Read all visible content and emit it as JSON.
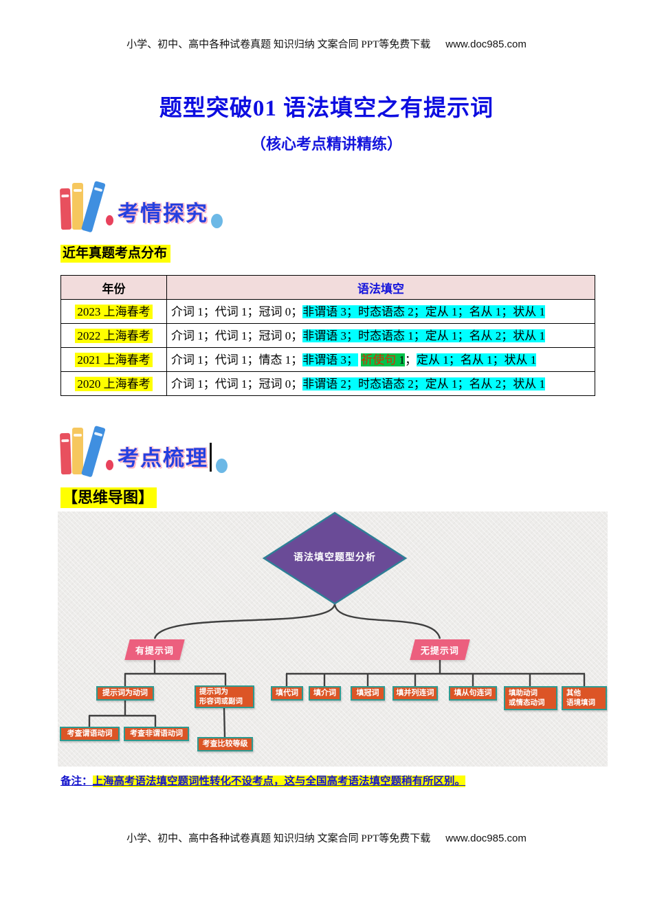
{
  "header": {
    "text": "小学、初中、高中各种试卷真题 知识归纳 文案合同 PPT等免费下载",
    "url": "www.doc985.com"
  },
  "footer": {
    "text": "小学、初中、高中各种试卷真题 知识归纳 文案合同 PPT等免费下载",
    "url": "www.doc985.com"
  },
  "title": "题型突破01 语法填空之有提示词",
  "subtitle": "（核心考点精讲精练）",
  "section1": {
    "logo_text": "考情探究",
    "heading": "近年真题考点分布"
  },
  "section2": {
    "logo_text": "考点梳理",
    "heading": "【思维导图】"
  },
  "table": {
    "header": {
      "year": "年份",
      "grammar": "语法填空"
    },
    "rows": [
      {
        "year": "2023 上海春考",
        "segments": [
          {
            "t": "介词 1；代词 1；冠词 0；",
            "h": "none"
          },
          {
            "t": "非谓语 3；时态语态 2；定从 1；名从 1；状从 1",
            "h": "cyan"
          }
        ]
      },
      {
        "year": "2022 上海春考",
        "segments": [
          {
            "t": "介词 1；代词 1；冠词 0；",
            "h": "none"
          },
          {
            "t": "非谓语 3；时态语态 1；定从 1；名从 2；状从 1",
            "h": "cyan"
          }
        ]
      },
      {
        "year": "2021 上海春考",
        "segments": [
          {
            "t": "介词 1；代词 1；情态 1；",
            "h": "none"
          },
          {
            "t": "非谓语 3；",
            "h": "cyan"
          },
          {
            "t": " ",
            "h": "none"
          },
          {
            "t": "祈使句",
            "h": "green",
            "c": "#e02800"
          },
          {
            "t": " 1",
            "h": "green"
          },
          {
            "t": "；",
            "h": "none"
          },
          {
            "t": "定从 1；名从 1；状从 1",
            "h": "cyan"
          }
        ]
      },
      {
        "year": "2020 上海春考",
        "segments": [
          {
            "t": "介词 1；代词 1；冠词 0；",
            "h": "none"
          },
          {
            "t": "非谓语 2；时态语态 2；定从 1；名从 2；状从 1",
            "h": "cyan"
          }
        ]
      }
    ]
  },
  "mindmap": {
    "root": "语法填空题型分析",
    "branch_left": "有提示词",
    "branch_right": "无提示词",
    "nodes": {
      "hint_verb": "提示词为动词",
      "hint_adj": "提示词为\n形容词或副词",
      "check_predicate": "考查谓语动词",
      "check_nonpredicate": "考查非谓语动词",
      "check_comparison": "考查比较等级",
      "fill_pronoun": "填代词",
      "fill_preposition": "填介词",
      "fill_article": "填冠词",
      "fill_coordconj": "填并列连词",
      "fill_clauseconj": "填从句连词",
      "fill_auxiliary": "填助动词\n或情态动词",
      "fill_other": "其他\n语境填词"
    }
  },
  "note": {
    "label": "备注：",
    "text": "上海高考语法填空题词性转化不设考点，这与全国高考语法填空题稍有所区别。"
  },
  "colors": {
    "title_blue": "#0d0de0",
    "highlight_yellow": "#ffff00",
    "highlight_cyan": "#00ffff",
    "highlight_green": "#00c24a",
    "imperative_red": "#e02800",
    "table_header_pink": "#f2dcdc",
    "diamond_purple": "#6a4b97",
    "node_orange": "#dc5526",
    "node_border_teal": "#2d9a90",
    "branch_pink": "#ec5f7e",
    "connector_gray": "#3f3f3f"
  }
}
